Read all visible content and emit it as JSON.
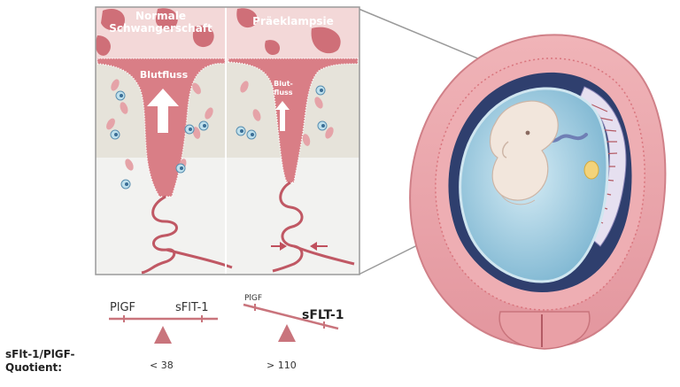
{
  "panels": {
    "normal_title_line1": "Normale",
    "normal_title_line2": "Schwangerschaft",
    "pre_title": "Präeklampsie",
    "normal_flow_label": "Blutfluss",
    "pre_flow_line1": "Blut-",
    "pre_flow_line2": "fluss"
  },
  "balance_normal": {
    "left": "PlGF",
    "right": "sFlT-1",
    "value": "< 38"
  },
  "balance_pre": {
    "left": "PlGF",
    "right": "sFLT-1",
    "value": "> 110"
  },
  "quotient": {
    "line1": "sFlt-1/PlGF-",
    "line2": "Quotient:"
  },
  "colors": {
    "vessel": "#c9747c",
    "vessel_dark": "#b35a64",
    "placenta": "#d9757d",
    "tissue_top": "#e8e4dc",
    "tissue_bottom": "#f2f2f2",
    "accent": "#c0505d",
    "uterus": "#e8a2a8",
    "amnion": "#8fc4dc"
  }
}
